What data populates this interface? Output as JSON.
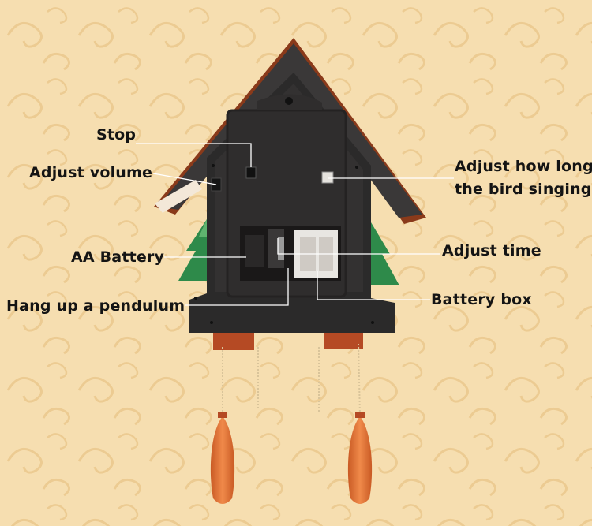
{
  "colors": {
    "background": "#f6deb0",
    "background_swirl": "#efd09a",
    "housing": "#2b2a2a",
    "roof": "#3a3838",
    "roof_trim": "#8a3a1a",
    "tree": "#2e8a4a",
    "weight": "#e2753a",
    "label_text": "#141414",
    "leader_line": "#ffffff"
  },
  "labels": {
    "stop": "Stop",
    "adjust_volume": "Adjust volume",
    "aa_battery": "AA Battery",
    "hang_pendulum": "Hang up a pendulum",
    "adjust_singing_line1": "Adjust how long",
    "adjust_singing_line2": "the bird singing",
    "adjust_time": "Adjust time",
    "battery_box": "Battery box"
  }
}
